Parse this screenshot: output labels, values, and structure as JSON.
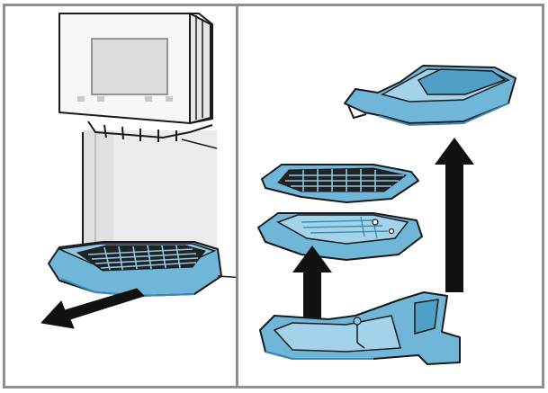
{
  "figure": {
    "panels": [
      {
        "id": "left",
        "step": "remove-drip-tray"
      },
      {
        "id": "right",
        "step": "disassemble-drip-tray"
      }
    ],
    "colors": {
      "tray_blue": "#6fb6d9",
      "tray_blue_dark": "#3d8bb5",
      "outline": "#1a1a1a",
      "arrow": "#111111",
      "machine_body": "#f3f3f3",
      "machine_shade": "#e2e2e2"
    },
    "icons": {
      "left_arrow": "pull-out-arrow-icon",
      "right_arrows": "lift-up-arrow-icon"
    }
  }
}
